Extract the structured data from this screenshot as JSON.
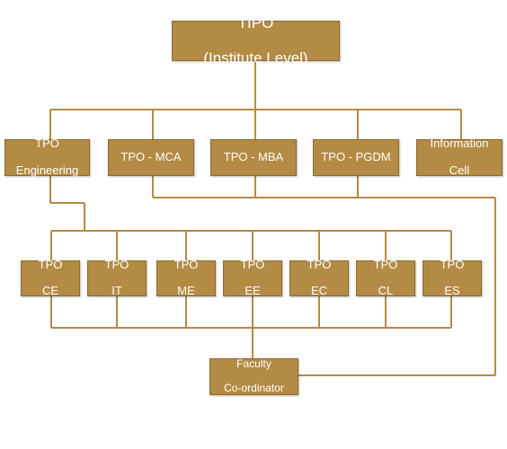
{
  "colors": {
    "box": "#b48b44",
    "border": "#8a6a2e",
    "line": "#b48b44",
    "text": "#ffffff"
  },
  "root": {
    "line1": "TIPO",
    "line2": "(Institute Level)"
  },
  "level2": [
    {
      "line1": "TPO",
      "line2": "Engineering"
    },
    {
      "line1": "TPO - MCA",
      "line2": ""
    },
    {
      "line1": "TPO - MBA",
      "line2": ""
    },
    {
      "line1": "TPO - PGDM",
      "line2": ""
    },
    {
      "line1": "Information",
      "line2": "Cell"
    }
  ],
  "level3": [
    {
      "line1": "TPO",
      "line2": "CE"
    },
    {
      "line1": "TPO",
      "line2": "IT"
    },
    {
      "line1": "TPO",
      "line2": "ME"
    },
    {
      "line1": "TPO",
      "line2": "EE"
    },
    {
      "line1": "TPO",
      "line2": "EC"
    },
    {
      "line1": "TPO",
      "line2": "CL"
    },
    {
      "line1": "TPO",
      "line2": "ES"
    }
  ],
  "faculty": {
    "line1": "Faculty",
    "line2": "Co-ordinator"
  }
}
